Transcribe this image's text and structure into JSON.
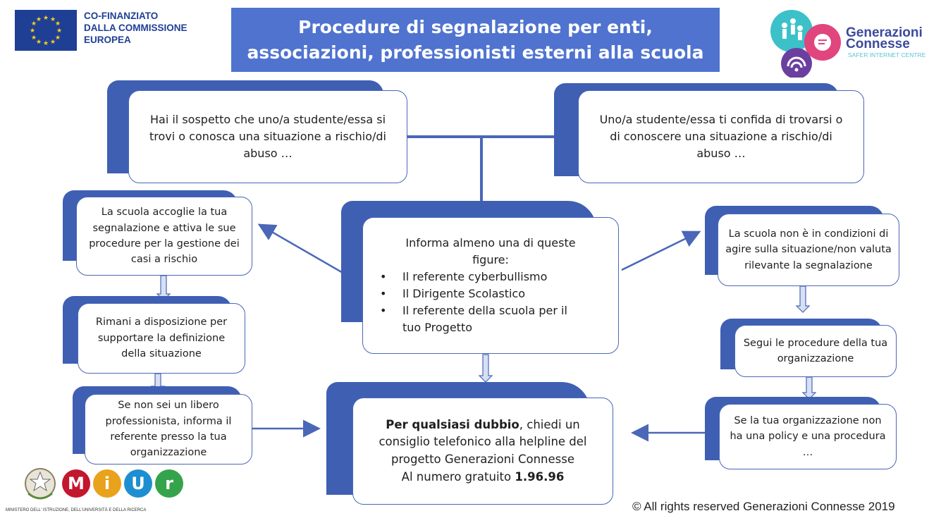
{
  "header": {
    "eu_label_lines": [
      "CO-FINANZIATO",
      "DALLA COMMISSIONE",
      "EUROPEA"
    ],
    "title_line1": "Procedure di segnalazione per enti,",
    "title_line2": "associazioni, professionisti esterni alla scuola",
    "gc_name_line1": "Generazioni",
    "gc_name_line2": "Connesse",
    "gc_tagline": "SAFER INTERNET CENTRE"
  },
  "boxes": {
    "top_left": "Hai il sospetto che uno/a studente/essa si trovi o conosca una situazione a rischio/di abuso …",
    "top_right": "Uno/a studente/essa ti confida di trovarsi o di conoscere una situazione a rischio/di abuso …",
    "center_intro": "Informa almeno una di queste figure:",
    "center_bullets": [
      "Il referente cyberbullismo",
      "Il Dirigente Scolastico",
      "Il referente della scuola per il tuo Progetto"
    ],
    "left_1": "La scuola accoglie la tua segnalazione e attiva le sue procedure per la gestione dei casi a rischio",
    "left_2": "Rimani a disposizione per supportare la definizione della situazione",
    "left_3": "Se non sei un libero professionista, informa il referente presso la tua organizzazione",
    "right_1": "La scuola non è in condizioni di agire sulla situazione/non valuta rilevante la segnalazione",
    "right_2": "Segui le procedure della tua organizzazione",
    "right_3": "Se la tua organizzazione non ha una policy e una procedura …",
    "helpline_bold": "Per qualsiasi dubbio",
    "helpline_text": ", chiedi un consiglio telefonico alla helpline del progetto Generazioni Connesse",
    "helpline_number_label": "Al numero gratuito ",
    "helpline_number": "1.96.96"
  },
  "footer": {
    "miur_letters": [
      "M",
      "i",
      "U",
      "r"
    ],
    "miur_caption": "MINISTERO DELL' ISTRUZIONE, DELL'UNIVERSITÀ E DELLA RICERCA",
    "copyright": "© All rights reserved Generazioni Connesse 2019"
  },
  "colors": {
    "title_bg": "#4f73cf",
    "box_shadow": "#3f5fb3",
    "arrow": "#4a67b8",
    "miur": [
      "#c3162f",
      "#e9a21b",
      "#1d8fd1",
      "#35a34b"
    ]
  }
}
